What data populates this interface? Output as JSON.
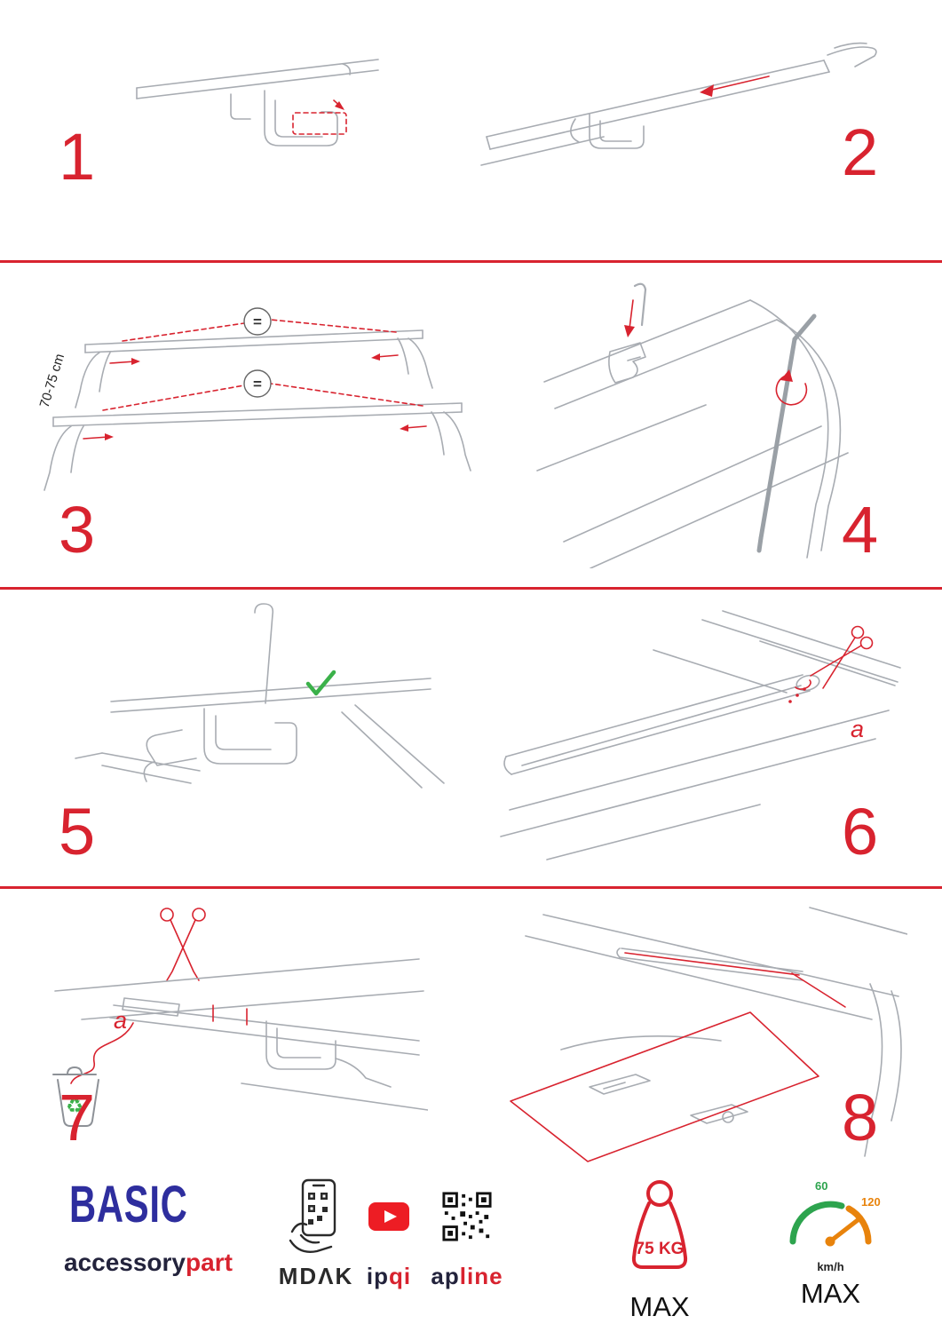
{
  "steps": [
    {
      "number": "1"
    },
    {
      "number": "2"
    },
    {
      "number": "3"
    },
    {
      "number": "4"
    },
    {
      "number": "5"
    },
    {
      "number": "6"
    },
    {
      "number": "7"
    },
    {
      "number": "8"
    }
  ],
  "annotations": {
    "distance_label": "70-75 cm",
    "equal_sign": "=",
    "part_label_a": "a"
  },
  "icons": {
    "recycle": "♻"
  },
  "footer": {
    "brand_title": "BASIC",
    "brand_sub_black": "accessory",
    "brand_sub_red": "part",
    "app_label": "MDΛK",
    "youtube_label_black": "ip",
    "youtube_label_red": "qi",
    "site_label_black": "ap",
    "site_label_red": "line",
    "weight_value": "75 KG",
    "weight_max_label": "MAX",
    "speed_low": "60",
    "speed_high": "120",
    "speed_unit": "km/h",
    "speed_max_label": "MAX"
  },
  "colors": {
    "accent_red": "#d8232f",
    "brand_blue": "#2e2e9e",
    "success_green": "#3bb14a",
    "gauge_orange": "#e8830c",
    "sketch_gray": "#a8acb2"
  }
}
